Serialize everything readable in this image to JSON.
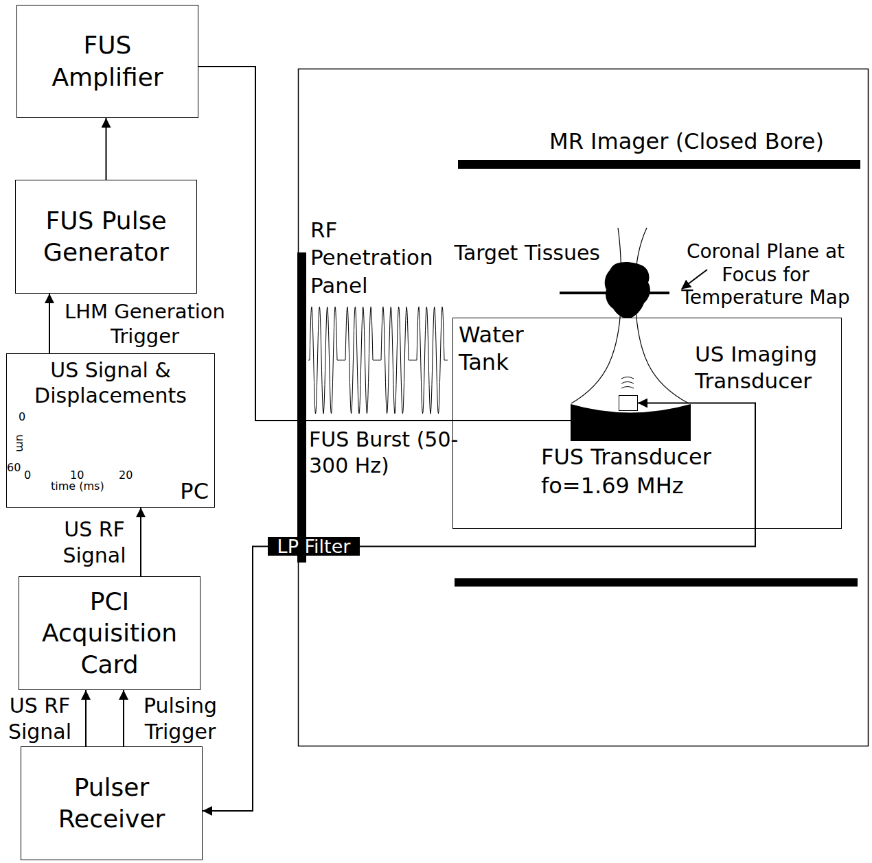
{
  "diagram": {
    "nodes": [
      {
        "text": [
          "FUS Amplifier"
        ]
      },
      {
        "text": [
          "FUS Pulse Generator"
        ]
      },
      {
        "text": [
          "US Signal & Displacements",
          "PC"
        ]
      },
      {
        "text": [
          "PCI Acquisition Card"
        ]
      },
      {
        "text": [
          "Pulser Receiver"
        ]
      },
      {
        "text": [
          "Target Tissues"
        ]
      },
      {
        "text": [
          "Water Tank"
        ]
      },
      {
        "text": [
          "US Imaging Transducer"
        ],
        "in": 6
      },
      {
        "text": [
          "FUS Transducer",
          "fo=1.69 MHz"
        ],
        "in": 6
      },
      {
        "text": [
          "LP Filter"
        ]
      }
    ],
    "edges": [
      {
        "from": 1,
        "to": 0,
        "arrow": "to"
      },
      {
        "from": 2,
        "to": 1,
        "label": "LHM Generation Trigger",
        "arrow": "to"
      },
      {
        "from": 3,
        "to": 2,
        "label": "US RF Signal",
        "arrow": "to"
      },
      {
        "from": 4,
        "to": 3,
        "label": "US RF Signal",
        "arrow": "to"
      },
      {
        "from": 4,
        "to": 3,
        "label": "Pulsing Trigger",
        "arrow": "to"
      },
      {
        "from": 0,
        "to": 8,
        "arrow": "none"
      },
      {
        "from": 9,
        "to": 4,
        "arrow": "to"
      },
      {
        "from": 9,
        "to": 7,
        "arrow": "to"
      }
    ],
    "labels": [
      "MR Imager (Closed Bore)",
      "RF Penetration Panel",
      "FUS Burst (50-300 Hz)",
      "Coronal Plane at Focus for Temperature Map",
      "0",
      "um",
      "60",
      "0",
      "10",
      "20",
      "time (ms)"
    ]
  }
}
